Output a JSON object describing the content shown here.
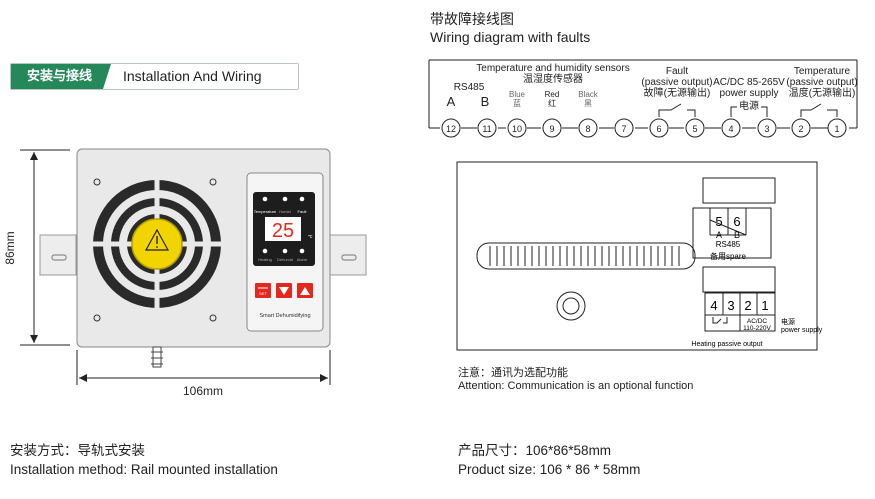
{
  "banner": {
    "tag_cn": "安装与接线",
    "tag_en": "Installation And Wiring"
  },
  "wiring": {
    "title_cn": "带故障接线图",
    "title_en": "Wiring diagram with faults",
    "rs485": "RS485",
    "rs485_a": "A",
    "rs485_b": "B",
    "sensor_en": "Temperature and humidity sensors",
    "sensor_cn": "温湿度传感器",
    "blue_en": "Blue",
    "blue_cn": "蓝",
    "red_en": "Red",
    "red_cn": "红",
    "black_en": "Black",
    "black_cn": "黑",
    "fault_line1": "Fault",
    "fault_line2": "(passive output)",
    "fault_cn": "故障(无源输出)",
    "power_line1": "AC/DC 85-265V",
    "power_line2": "power supply",
    "power_cn": "电源",
    "temp_line1": "Temperature",
    "temp_line2": "(passive output)",
    "temp_cn": "温度(无源输出)",
    "terminals": [
      "12",
      "11",
      "10",
      "9",
      "8",
      "7",
      "6",
      "5",
      "4",
      "3",
      "2",
      "1"
    ]
  },
  "device": {
    "temp_label": "Temperature",
    "humid_label": "Humid",
    "fault_label": "Fault",
    "display_value": "25",
    "unit": "℃",
    "heat_label": "Heating",
    "dehumid_label": "Dehumid",
    "alarm_label": "Alarm",
    "set_label": "SET",
    "brand": "Smart Dehumidifying",
    "height": "86mm",
    "width": "106mm"
  },
  "back": {
    "t5": "5",
    "t6": "6",
    "ta": "A",
    "tb": "B",
    "rs485": "RS485",
    "spare": "备用spare",
    "t4": "4",
    "t3": "3",
    "t2": "2",
    "t1": "1",
    "acdc": "AC/DC",
    "volt": "110-220V",
    "power_cn": "电源",
    "power_en": "power supply",
    "heating": "Heating passive output"
  },
  "note": {
    "cn": "注意：通讯为选配功能",
    "en": "Attention: Communication is an optional function"
  },
  "install": {
    "cn": "安装方式：导轨式安装",
    "en": "Installation method:  Rail mounted installation"
  },
  "size": {
    "cn": "产品尺寸：106*86*58mm",
    "en": "Product size: 106 * 86 * 58mm"
  },
  "colors": {
    "green": "#25885a",
    "red": "#e5281e",
    "yellow": "#f1d400",
    "panel": "#e9e9ea"
  }
}
